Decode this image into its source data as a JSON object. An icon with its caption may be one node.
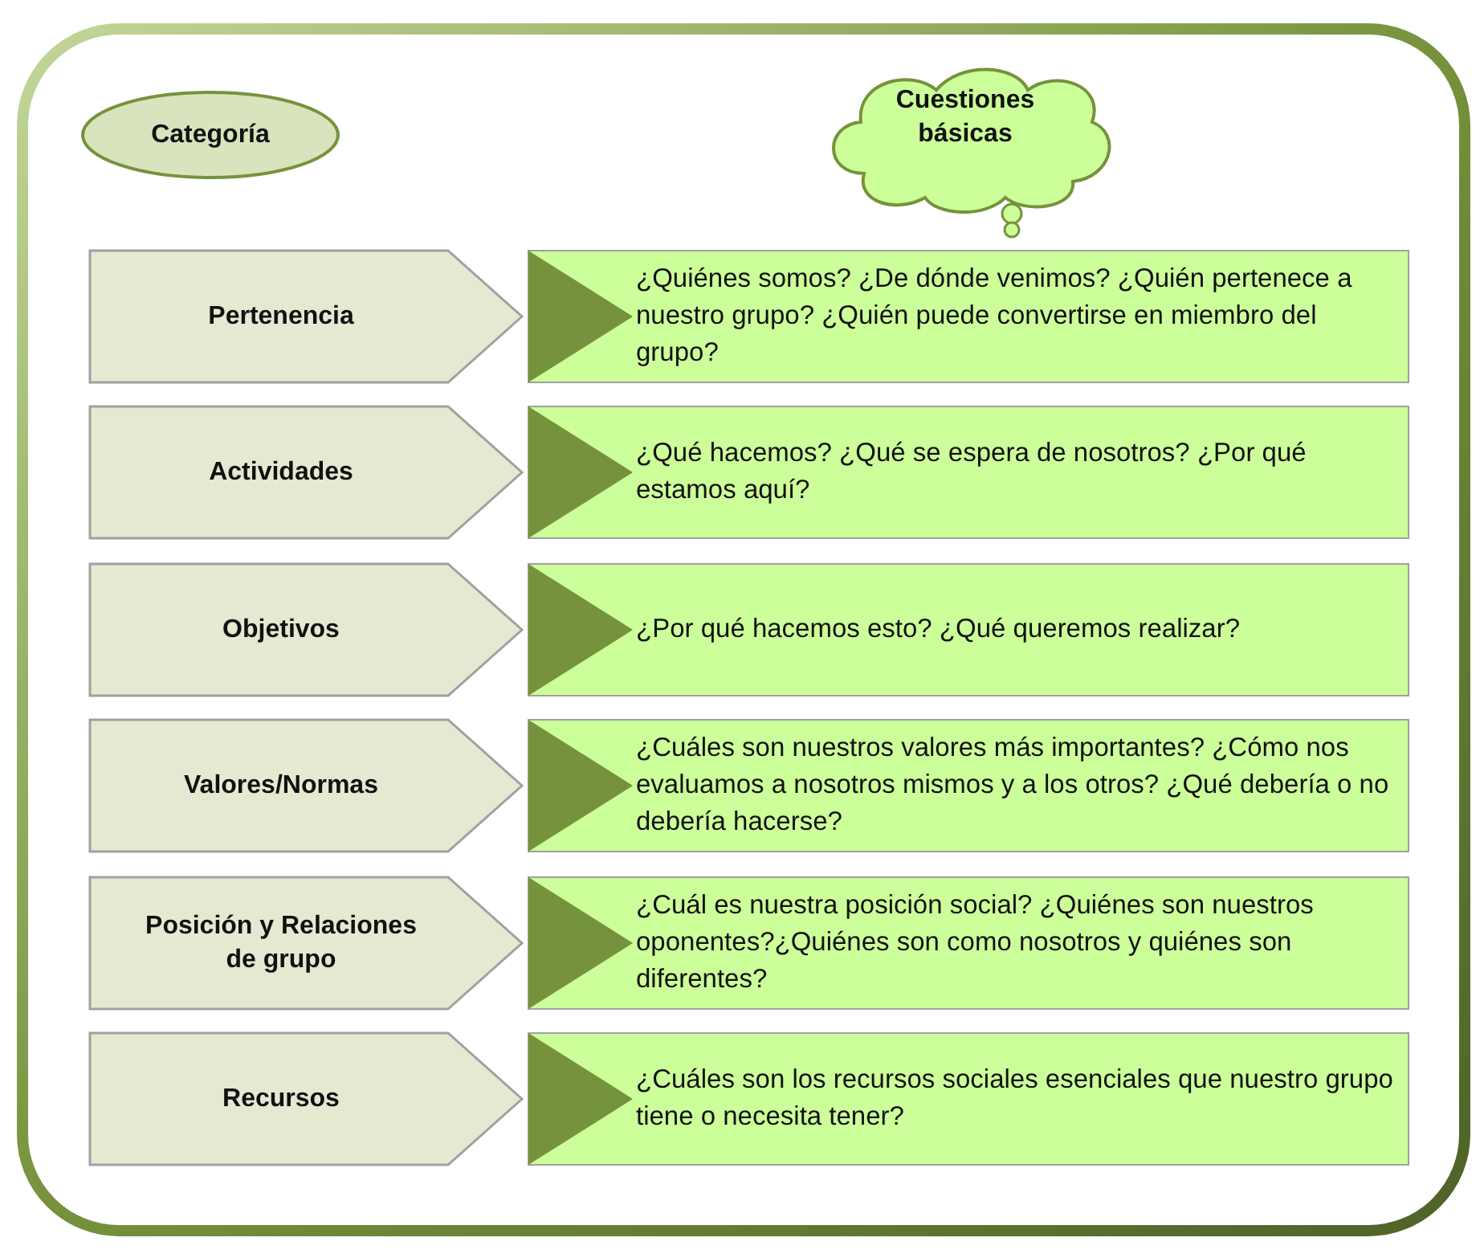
{
  "diagram": {
    "nodes": [
      {
        "text": [
          "Categoría"
        ]
      },
      {
        "text": [
          "Cuestiones básicas"
        ]
      },
      {
        "text": [
          "Pertenencia"
        ]
      },
      {
        "text": [
          "¿Quiénes somos? ¿De dónde venimos? ¿Quién pertenece a nuestro grupo? ¿Quién puede convertirse en miembro del grupo?"
        ]
      },
      {
        "text": [
          "Actividades"
        ]
      },
      {
        "text": [
          "¿Qué hacemos? ¿Qué se espera de nosotros? ¿Por qué estamos aquí?"
        ]
      },
      {
        "text": [
          "Objetivos"
        ]
      },
      {
        "text": [
          "¿Por qué hacemos esto? ¿Qué queremos realizar?"
        ]
      },
      {
        "text": [
          "Valores/Normas"
        ]
      },
      {
        "text": [
          "¿Cuáles son nuestros valores más importantes? ¿Cómo nos evaluamos a nosotros mismos y a los otros? ¿Qué debería o no debería hacerse?"
        ]
      },
      {
        "text": [
          "Posición y Relaciones de grupo"
        ]
      },
      {
        "text": [
          "¿Cuál es nuestra posición social? ¿Quiénes son nuestros oponentes?¿Quiénes son como nosotros y quiénes son diferentes?"
        ]
      },
      {
        "text": [
          "Recursos"
        ]
      },
      {
        "text": [
          "¿Cuáles son los recursos sociales esenciales que nuestro grupo tiene o necesita tener?"
        ]
      }
    ]
  }
}
